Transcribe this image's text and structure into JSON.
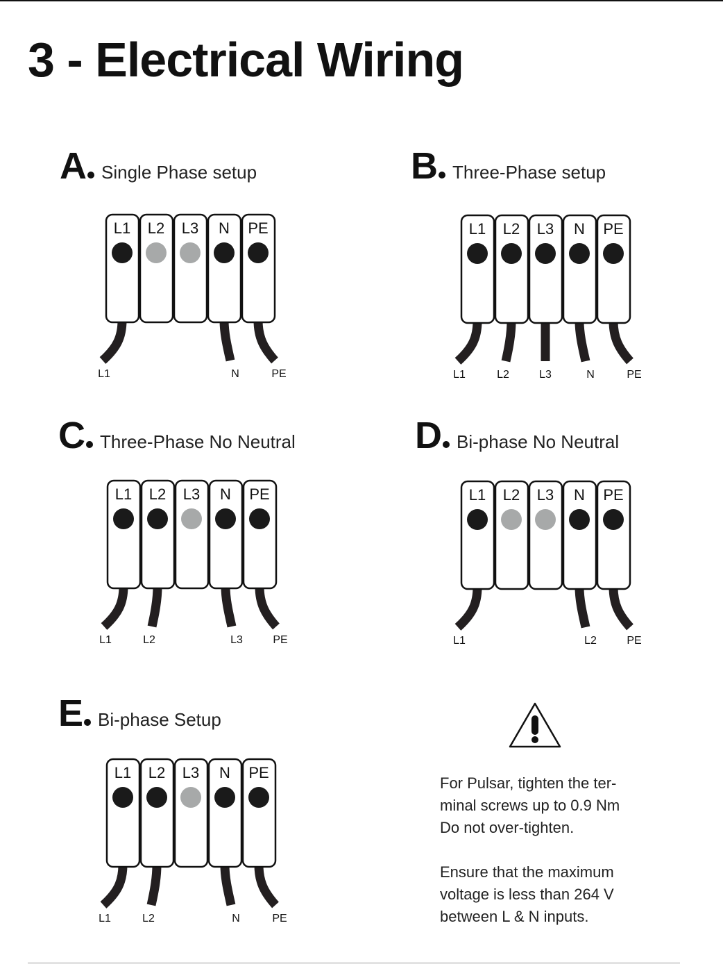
{
  "page_title": "3 - Electrical Wiring",
  "terminal_labels": [
    "L1",
    "L2",
    "L3",
    "N",
    "PE"
  ],
  "diagrams": [
    {
      "letter": "A",
      "title": "Single Phase setup",
      "active": [
        true,
        false,
        false,
        true,
        true
      ],
      "cables": [
        {
          "terminal": 0,
          "label": "L1"
        },
        {
          "terminal": 3,
          "label": "N"
        },
        {
          "terminal": 4,
          "label": "PE"
        }
      ]
    },
    {
      "letter": "B",
      "title": "Three-Phase setup",
      "active": [
        true,
        true,
        true,
        true,
        true
      ],
      "cables": [
        {
          "terminal": 0,
          "label": "L1"
        },
        {
          "terminal": 1,
          "label": "L2"
        },
        {
          "terminal": 2,
          "label": "L3"
        },
        {
          "terminal": 3,
          "label": "N"
        },
        {
          "terminal": 4,
          "label": "PE"
        }
      ]
    },
    {
      "letter": "C",
      "title": "Three-Phase No Neutral",
      "active": [
        true,
        true,
        false,
        true,
        true
      ],
      "cables": [
        {
          "terminal": 0,
          "label": "L1"
        },
        {
          "terminal": 1,
          "label": "L2"
        },
        {
          "terminal": 3,
          "label": "L3"
        },
        {
          "terminal": 4,
          "label": "PE"
        }
      ]
    },
    {
      "letter": "D",
      "title": "Bi-phase No Neutral",
      "active": [
        true,
        false,
        false,
        true,
        true
      ],
      "cables": [
        {
          "terminal": 0,
          "label": "L1"
        },
        {
          "terminal": 3,
          "label": "L2"
        },
        {
          "terminal": 4,
          "label": "PE"
        }
      ]
    },
    {
      "letter": "E",
      "title": "Bi-phase Setup",
      "active": [
        true,
        true,
        false,
        true,
        true
      ],
      "cables": [
        {
          "terminal": 0,
          "label": "L1"
        },
        {
          "terminal": 1,
          "label": "L2"
        },
        {
          "terminal": 3,
          "label": "N"
        },
        {
          "terminal": 4,
          "label": "PE"
        }
      ]
    }
  ],
  "warning": {
    "icon": "warning-triangle-icon",
    "para1_lines": [
      "For Pulsar, tighten the ter-",
      "minal screws up to 0.9 Nm",
      "Do not over-tighten."
    ],
    "para2_lines": [
      "Ensure that the maximum",
      "voltage is less than 264 V",
      "between L & N inputs."
    ]
  },
  "colors": {
    "active": "#1a1a1a",
    "inactive": "#a7a9a9",
    "cable": "#231f20"
  }
}
